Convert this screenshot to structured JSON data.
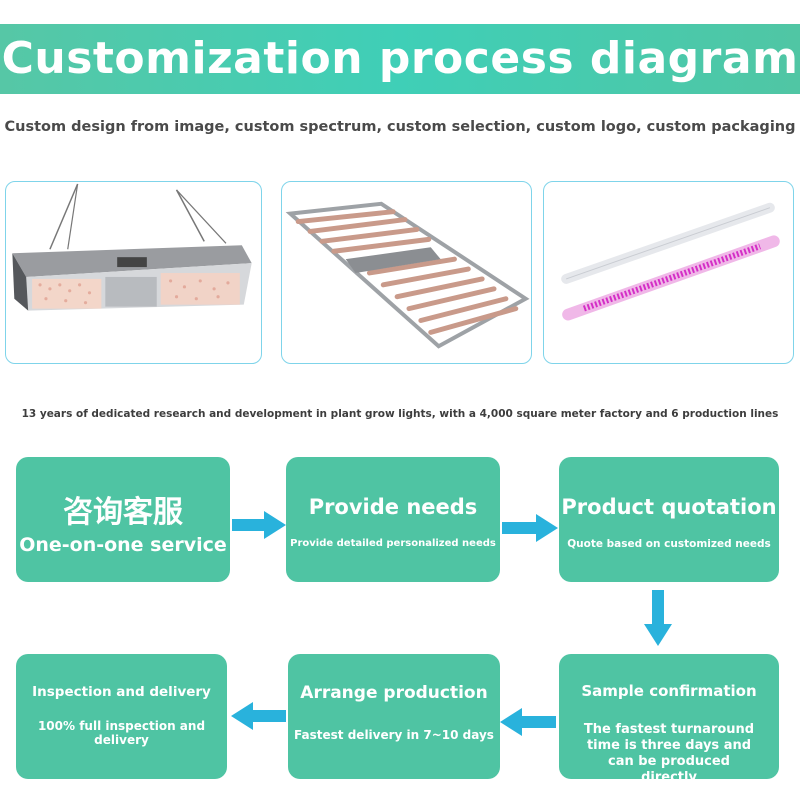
{
  "header": {
    "title": "Customization process diagram",
    "subtitle": "Custom design from image, custom spectrum, custom selection, custom logo, custom packaging"
  },
  "products": [
    {
      "icon": "quantum-board-grow-light-image"
    },
    {
      "icon": "foldable-bar-grow-light-image"
    },
    {
      "icon": "tube-grow-light-image"
    }
  ],
  "tagline": "13 years of dedicated research and development in plant grow lights, with a 4,000 square meter factory and 6 production lines",
  "steps": [
    {
      "title_cn": "咨询客服",
      "title": "One-on-one service"
    },
    {
      "title": "Provide needs",
      "desc": "Provide detailed personalized needs"
    },
    {
      "title": "Product quotation",
      "desc": "Quote based on customized needs"
    },
    {
      "title": "Sample confirmation",
      "desc": "The fastest turnaround time is three days and can be produced directly"
    },
    {
      "title": "Arrange production",
      "desc": "Fastest delivery in 7~10 days"
    },
    {
      "title": "Inspection and delivery",
      "desc": "100% full inspection and delivery"
    }
  ],
  "colors": {
    "accent": "#4fc4a3",
    "arrow": "#29b2dc",
    "photo_border": "#7fd4ea"
  }
}
